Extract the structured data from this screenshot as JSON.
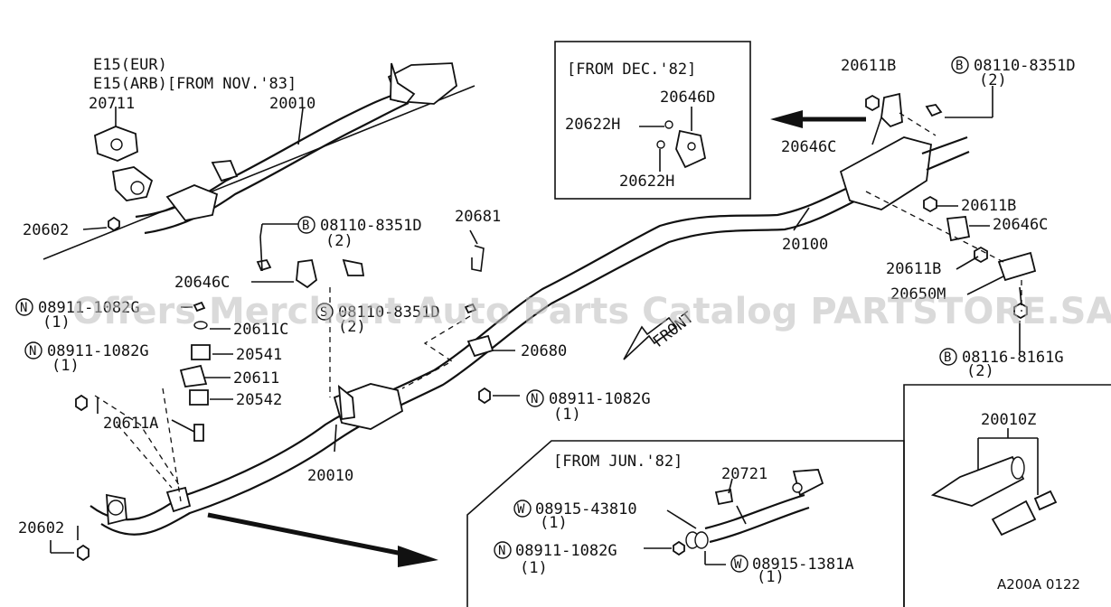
{
  "watermark": "Offers Merchant Auto Parts Catalog PARTSTORE.SA",
  "engine_note": {
    "line1": "E15(EUR)",
    "line2": "E15(ARB)[FROM NOV.'83]"
  },
  "inset_dec82": {
    "title": "[FROM DEC.'82]",
    "labels": [
      "20646D",
      "20622H",
      "20622H"
    ]
  },
  "inset_jun82": {
    "title": "[FROM JUN.'82]",
    "labels": {
      "p20721": "20721",
      "w1_pref": "W",
      "w1_num": "08915-43810",
      "w1_qty": "(1)",
      "n_pref": "N",
      "n_num": "08911-1082G",
      "n_qty": "(1)",
      "w2_pref": "W",
      "w2_num": "08915-1381A",
      "w2_qty": "(1)"
    }
  },
  "inset_kit": {
    "label": "20010Z"
  },
  "front_label": "FRONT",
  "diagram_code": "A200A 0122",
  "labels": {
    "p20711": "20711",
    "p20010_top": "20010",
    "p20602_top": "20602",
    "b1_pref": "B",
    "b1_num": "08110-8351D",
    "b1_qty": "(2)",
    "p20646C_left": "20646C",
    "s_pref": "S",
    "s_num": "08110-8351D",
    "s_qty": "(2)",
    "n1_pref": "N",
    "n1_num": "08911-1082G",
    "n1_qty": "(1)",
    "p20611C": "20611C",
    "p20541": "20541",
    "n2_pref": "N",
    "n2_num": "08911-1082G",
    "n2_qty": "(1)",
    "p20611": "20611",
    "p20542": "20542",
    "p20611A": "20611A",
    "p20010_mid": "20010",
    "p20602_bot": "20602",
    "p20681": "20681",
    "p20680": "20680",
    "n3_pref": "N",
    "n3_num": "08911-1082G",
    "n3_qty": "(1)",
    "p20100": "20100",
    "p20611B_top": "20611B",
    "b2_pref": "B",
    "b2_num": "08110-8351D",
    "b2_qty": "(2)",
    "p20646C_right": "20646C",
    "p20611B_mid": "20611B",
    "p20646C_mid": "20646C",
    "p20611B_low": "20611B",
    "p20650M": "20650M",
    "b3_pref": "B",
    "b3_num": "08116-8161G",
    "b3_qty": "(2)"
  }
}
